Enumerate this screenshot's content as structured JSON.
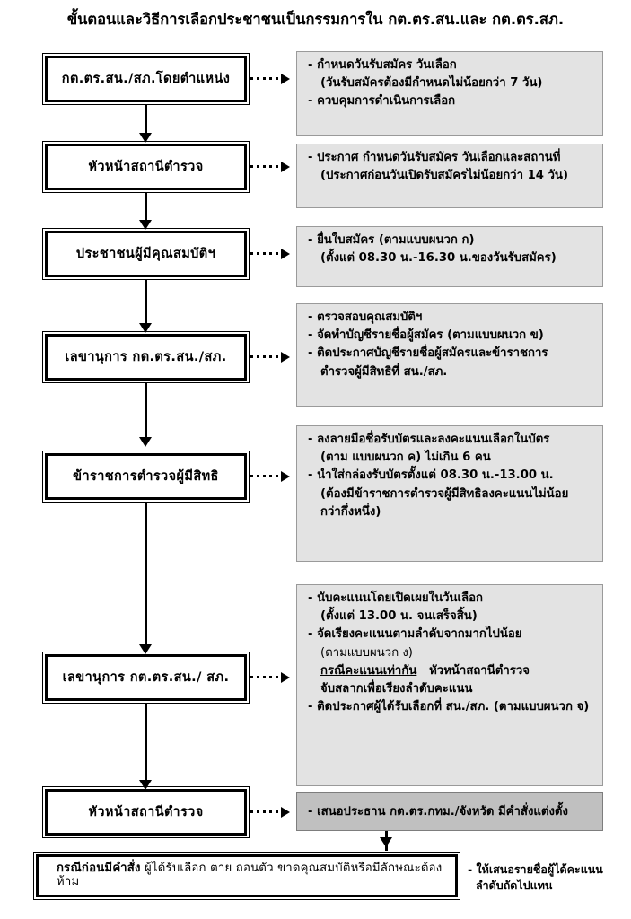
{
  "document": {
    "title": "ขั้นตอนและวิธีการเลือกประชาชนเป็นกรรมการใน กต.ตร.สน.และ กต.ตร.สภ."
  },
  "colors": {
    "page_background": "#ffffff",
    "box_border": "#000000",
    "description_background": "#e3e3e3",
    "description_background_dark": "#c0c0c0",
    "text": "#000000"
  },
  "flow": {
    "steps": [
      {
        "id": "step-1",
        "actor": "กต.ตร.สน./สภ.โดยตำแหน่ง",
        "details": [
          {
            "text": "- กำหนดวันรับสมัคร วันเลือก",
            "style": "bold",
            "indent": false
          },
          {
            "text": "(วันรับสมัครต้องมีกำหนดไม่น้อยกว่า 7 วัน)",
            "style": "bold",
            "indent": true
          },
          {
            "text": "- ควบคุมการดำเนินการเลือก",
            "style": "bold",
            "indent": false
          }
        ]
      },
      {
        "id": "step-2",
        "actor": "หัวหน้าสถานีตำรวจ",
        "details": [
          {
            "text": "- ประกาศ กำหนดวันรับสมัคร วันเลือกและสถานที่",
            "style": "bold",
            "indent": false
          },
          {
            "text": "(ประกาศก่อนวันเปิดรับสมัครไม่น้อยกว่า 14 วัน)",
            "style": "bold",
            "indent": true
          }
        ]
      },
      {
        "id": "step-3",
        "actor": "ประชาชนผู้มีคุณสมบัติฯ",
        "details": [
          {
            "text": "- ยื่นใบสมัคร (ตามแบบผนวก ก)",
            "style": "bold",
            "indent": false
          },
          {
            "text": "(ตั้งแต่ 08.30 น.-16.30 น.ของวันรับสมัคร)",
            "style": "bold",
            "indent": true
          }
        ]
      },
      {
        "id": "step-4",
        "actor": "เลขานุการ กต.ตร.สน./สภ.",
        "details": [
          {
            "text": "- ตรวจสอบคุณสมบัติฯ",
            "style": "bold",
            "indent": false
          },
          {
            "text": "- จัดทำบัญชีรายชื่อผู้สมัคร (ตามแบบผนวก ข)",
            "style": "bold",
            "indent": false
          },
          {
            "text": "- ติดประกาศบัญชีรายชื่อผู้สมัครและข้าราชการ",
            "style": "bold",
            "indent": false
          },
          {
            "text": "ตำรวจผู้มีสิทธิที่ สน./สภ.",
            "style": "bold",
            "indent": true
          }
        ]
      },
      {
        "id": "step-5",
        "actor": "ข้าราชการตำรวจผู้มีสิทธิ",
        "details": [
          {
            "text": "- ลงลายมือชื่อรับบัตรและลงคะแนนเลือกในบัตร",
            "style": "bold",
            "indent": false
          },
          {
            "text": "(ตาม แบบผนวก ค)  ไม่เกิน 6  คน",
            "style": "bold",
            "indent": true
          },
          {
            "text": "- นำใส่กล่องรับบัตรตั้งแต่ 08.30 น.-13.00 น.",
            "style": "bold",
            "indent": false
          },
          {
            "text": "(ต้องมีข้าราชการตำรวจผู้มีสิทธิลงคะแนนไม่น้อย",
            "style": "bold",
            "indent": true
          },
          {
            "text": "กว่ากึ่งหนึ่ง)",
            "style": "bold",
            "indent": true
          }
        ]
      },
      {
        "id": "step-6",
        "actor": "เลขานุการ กต.ตร.สน./ สภ.",
        "details": [
          {
            "text": "- นับคะแนนโดยเปิดเผยในวันเลือก",
            "style": "bold",
            "indent": false
          },
          {
            "text": "(ตั้งแต่ 13.00 น. จนเสร็จสิ้น)",
            "style": "bold",
            "indent": true
          },
          {
            "text": "- จัดเรียงคะแนนตามลำดับจากมากไปน้อย",
            "style": "bold",
            "indent": false
          },
          {
            "text": "(ตามแบบผนวก ง)",
            "style": "normal",
            "indent": true
          },
          {
            "text": "กรณีคะแนนเท่ากัน   หัวหน้าสถานีตำรวจ",
            "style": "bold-underline-lead",
            "indent": true,
            "underline_text": "กรณีคะแนนเท่ากัน"
          },
          {
            "text": "จับสลากเพื่อเรียงลำดับคะแนน",
            "style": "bold",
            "indent": true
          },
          {
            "text": "- ติดประกาศผู้ได้รับเลือกที่ สน./สภ. (ตามแบบผนวก จ)",
            "style": "bold",
            "indent": false
          }
        ]
      },
      {
        "id": "step-7",
        "actor": "หัวหน้าสถานีตำรวจ",
        "details": [
          {
            "text": "- เสนอประธาน กต.ตร.กทม./จังหวัด มีคำสั่งแต่งตั้ง",
            "style": "bold",
            "indent": false
          }
        ]
      }
    ],
    "result_box": {
      "lead": "กรณีก่อนมีคำสั่ง",
      "rest": " ผู้ได้รับเลือก ตาย ถอนตัว ขาดคุณสมบัติหรือมีลักษณะต้องห้าม"
    },
    "side_note": {
      "line1": "- ให้เสนอรายชื่อผู้ได้คะแนน",
      "line2": "ลำดับถัดไปแทน"
    }
  }
}
